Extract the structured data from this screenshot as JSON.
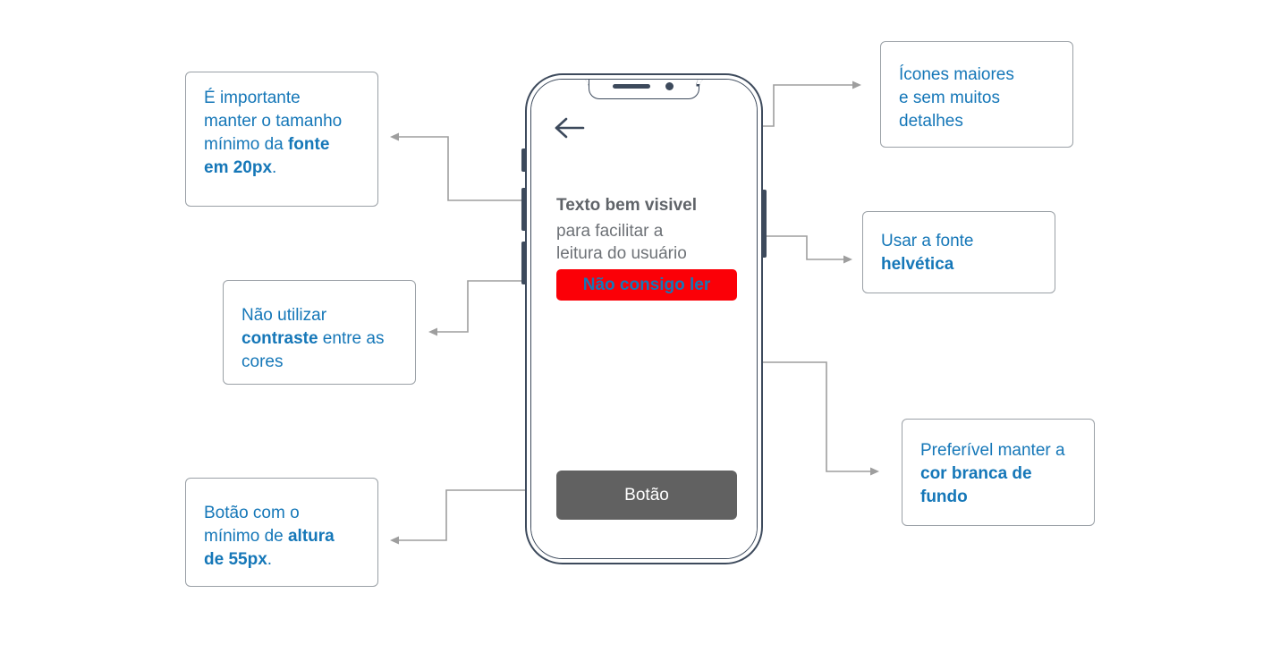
{
  "colors": {
    "annotation_text": "#1577b8",
    "annotation_border": "#9aa0a6",
    "phone_frame": "#3d4a5c",
    "connector_line": "#9e9e9e",
    "red_button_bg": "#fb0007",
    "red_button_text": "#1577b8",
    "gray_button_bg": "#616161",
    "gray_button_text": "#ffffff",
    "screen_heading_text": "#5f6368",
    "screen_body_text": "#6e7277",
    "background": "#ffffff"
  },
  "callouts": {
    "font_size": {
      "lines": [
        "É importante",
        "manter o tamanho",
        "mínimo da ",
        "em 20px"
      ],
      "line1": "É importante",
      "line2": "manter o tamanho",
      "line3_plain": "mínimo da ",
      "line3_bold": "fonte",
      "line4_bold": "em 20px",
      "line4_plain": "."
    },
    "icons": {
      "line1": "Ícones maiores",
      "line2": "e sem muitos",
      "line3": "detalhes"
    },
    "helvetica": {
      "line1": "Usar a fonte",
      "line2_bold": "helvética"
    },
    "contrast": {
      "line1": "Não utilizar",
      "line2_bold": "contraste",
      "line2_plain": " entre as",
      "line3": "cores"
    },
    "white_background": {
      "line1": "Preferível manter a",
      "line2_bold": "cor branca de",
      "line3_bold": "fundo"
    },
    "button_height": {
      "line1": "Botão com o",
      "line2_plain": "mínimo de ",
      "line2_bold": "altura",
      "line3_bold": "de 55px",
      "line3_plain": "."
    }
  },
  "phone": {
    "hardware": {
      "silent_switch": "silent-switch",
      "volume_up": "volume-up-button",
      "volume_down": "volume-down-button",
      "power": "power-button",
      "speaker": "earpiece-speaker",
      "camera": "front-camera"
    },
    "screen": {
      "back_icon": "back-arrow-icon",
      "heading": "Texto bem visivel",
      "body_line1": "para facilitar a",
      "body_line2": "leitura do usuário",
      "red_button_label": "Não consigo ler",
      "gray_button_label": "Botão"
    }
  }
}
